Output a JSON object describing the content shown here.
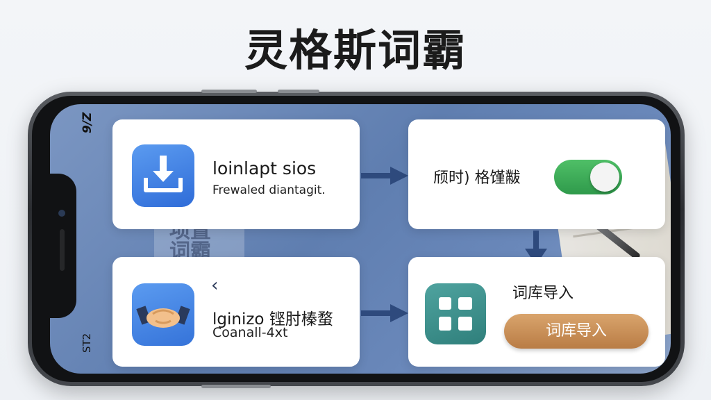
{
  "page_title": "灵格斯词霸",
  "status": {
    "top": "9/Z",
    "bottom": "ST2"
  },
  "background": {
    "ghost_text": "项置 词霸"
  },
  "cards": {
    "download": {
      "title": "loinlapt sios",
      "subtitle": "Frewaled diantagit.",
      "icon": "download-icon"
    },
    "toggle": {
      "label": "颀时) 格馑黻",
      "state": "on"
    },
    "connect": {
      "title": "lginizo 铿肘榛蝥",
      "subtitle": "Coanall-4xt",
      "chevron": "‹",
      "icon": "handshake-icon"
    },
    "import": {
      "title": "词库导入",
      "button_label": "词库导入",
      "icon": "grid-icon"
    }
  },
  "colors": {
    "toggle_on": "#3faf5a",
    "import_button": "#c98c52",
    "screen_bg": "#6d8aba",
    "arrow": "#2e4a7d"
  }
}
